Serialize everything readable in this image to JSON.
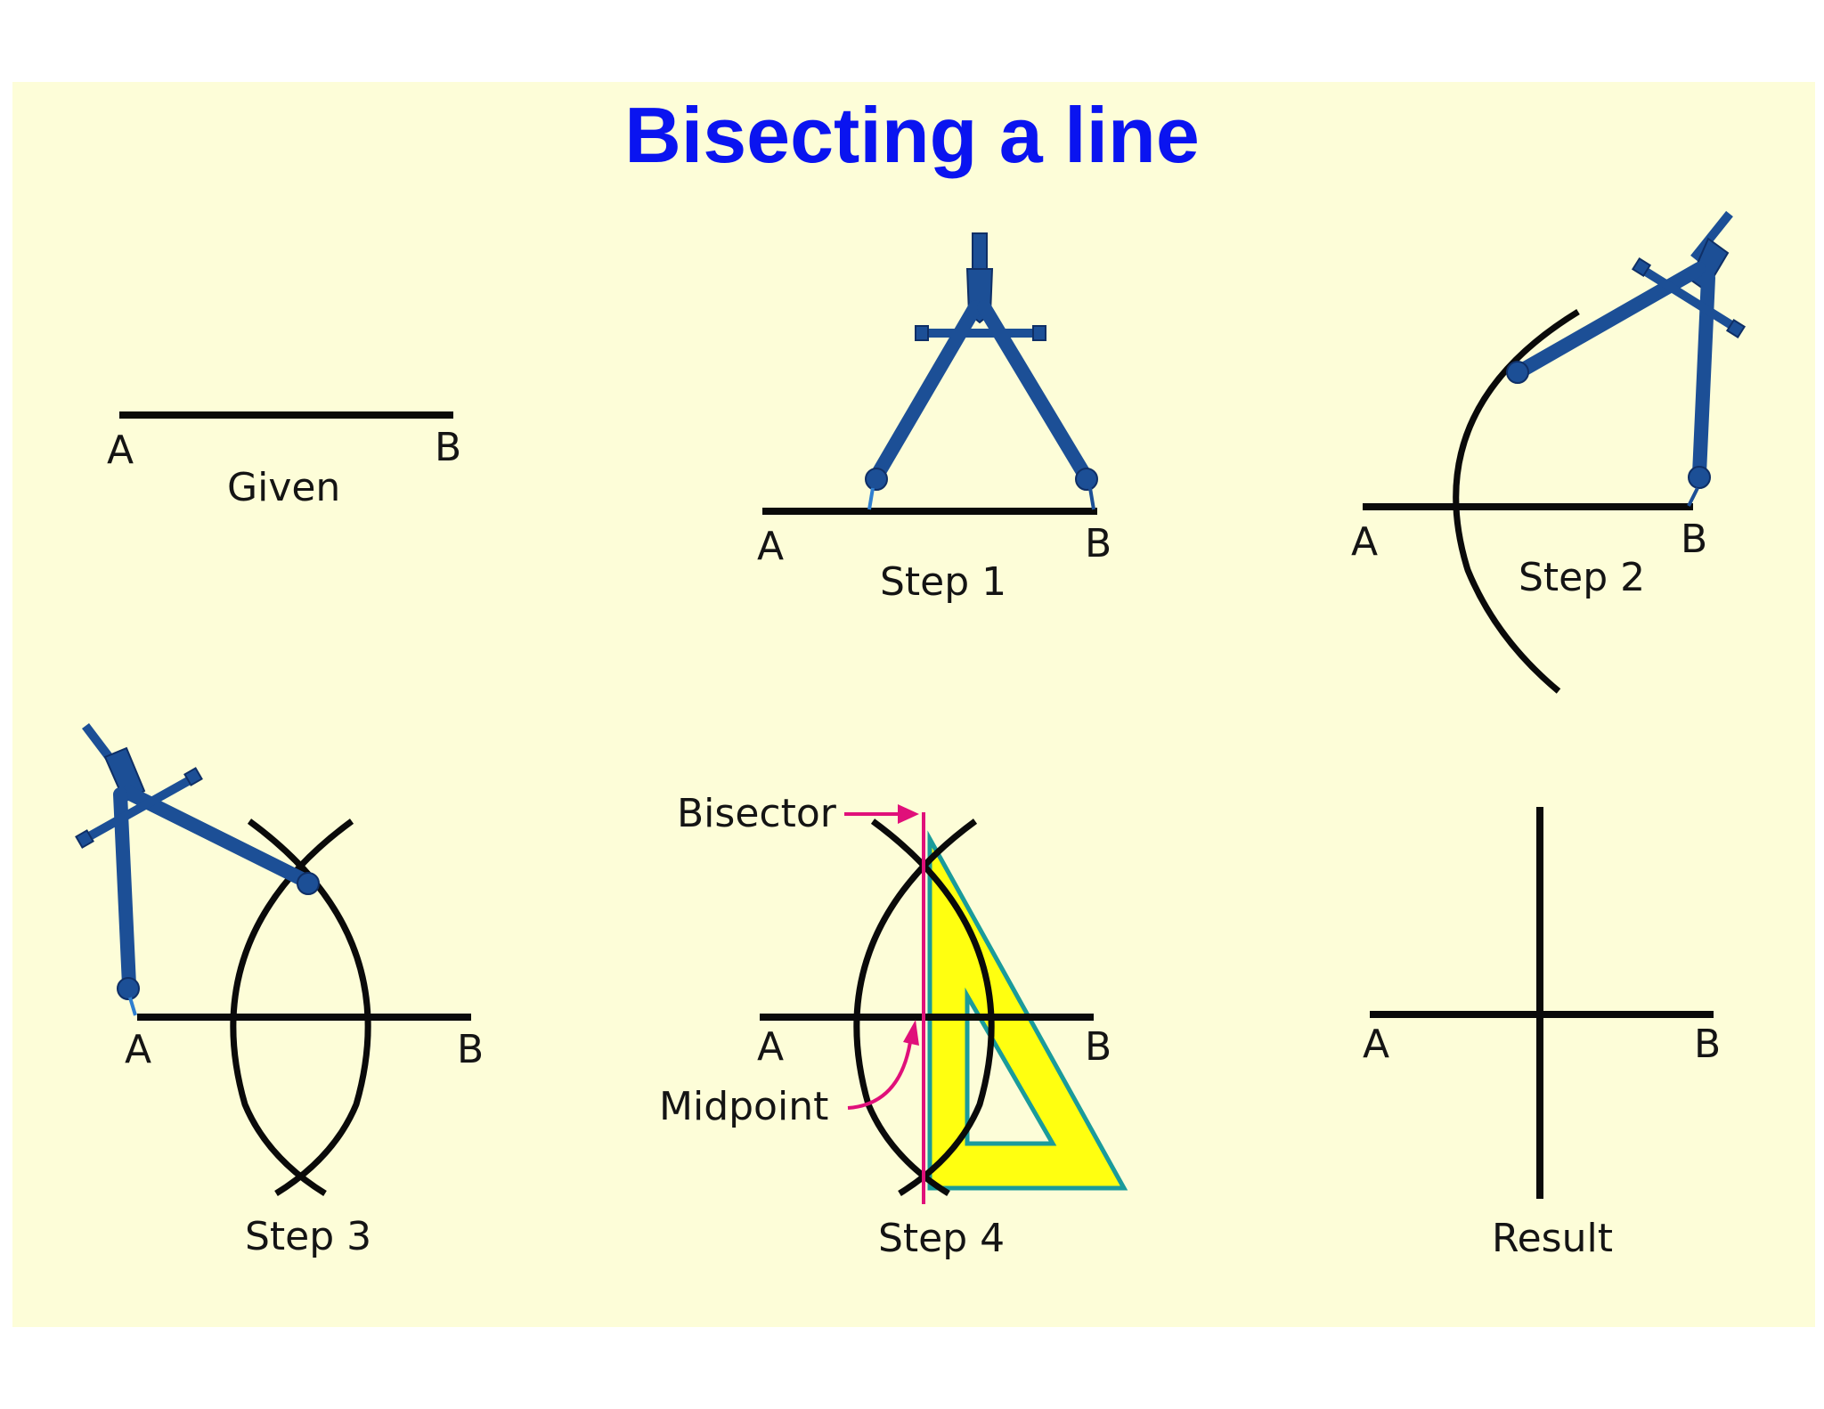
{
  "title": "Bisecting a line",
  "colors": {
    "background": "#fdfdd8",
    "title": "#0a14f0",
    "line": "#0a0a0a",
    "compass": "#1c4f96",
    "triangle_fill": "#ffff10",
    "triangle_edge": "#1a9b9b",
    "bisector": "#e0107a"
  },
  "panels": [
    {
      "caption": "Given",
      "point_a": "A",
      "point_b": "B"
    },
    {
      "caption": "Step 1",
      "point_a": "A",
      "point_b": "B"
    },
    {
      "caption": "Step 2",
      "point_a": "A",
      "point_b": "B"
    },
    {
      "caption": "Step 3",
      "point_a": "A",
      "point_b": "B"
    },
    {
      "caption": "Step 4",
      "point_a": "A",
      "point_b": "B",
      "bisector_label": "Bisector",
      "midpoint_label": "Midpoint"
    },
    {
      "caption": "Result",
      "point_a": "A",
      "point_b": "B"
    }
  ],
  "icons": [
    "compass-icon",
    "set-square-icon"
  ]
}
